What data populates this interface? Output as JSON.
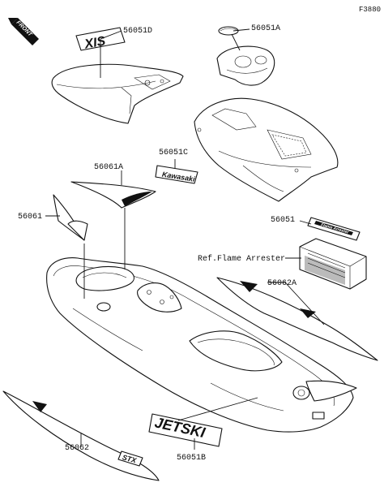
{
  "figure_id": "F3880",
  "front_label": "FRONT",
  "decal_text": {
    "xis": "XIS",
    "kawasaki": "Kawasaki",
    "jetski": "JETSKI",
    "stx": "STX",
    "sticker": "Flame Arrester"
  },
  "callouts": [
    {
      "id": "p-56051D",
      "text": "56051D"
    },
    {
      "id": "p-56051A",
      "text": "56051A"
    },
    {
      "id": "p-56051C",
      "text": "56051C"
    },
    {
      "id": "p-56061A",
      "text": "56061A"
    },
    {
      "id": "p-56061",
      "text": "56061"
    },
    {
      "id": "p-56051",
      "text": "56051"
    },
    {
      "id": "p-ref",
      "text": "Ref.Flame Arrester"
    },
    {
      "id": "p-56062A",
      "text": "56062A"
    },
    {
      "id": "p-56062",
      "text": "56062"
    },
    {
      "id": "p-56051B",
      "text": "56051B"
    }
  ]
}
